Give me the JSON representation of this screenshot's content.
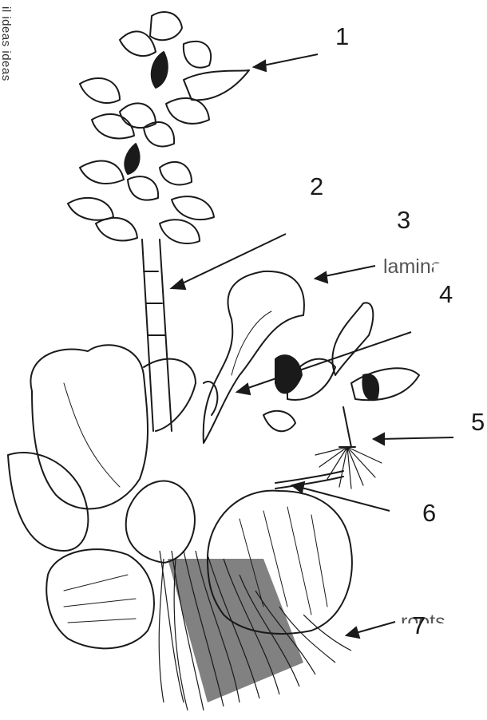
{
  "labels": {
    "n1": "1",
    "n2": "2",
    "n3": "3",
    "n4": "4",
    "n5": "5",
    "n6": "6",
    "n7": "7",
    "lamina": "lamina",
    "roots": "roots"
  },
  "edge_text": "il ideas ideas",
  "colors": {
    "ink": "#1a1a1a",
    "label_gray": "#555555",
    "background": "#ffffff"
  }
}
